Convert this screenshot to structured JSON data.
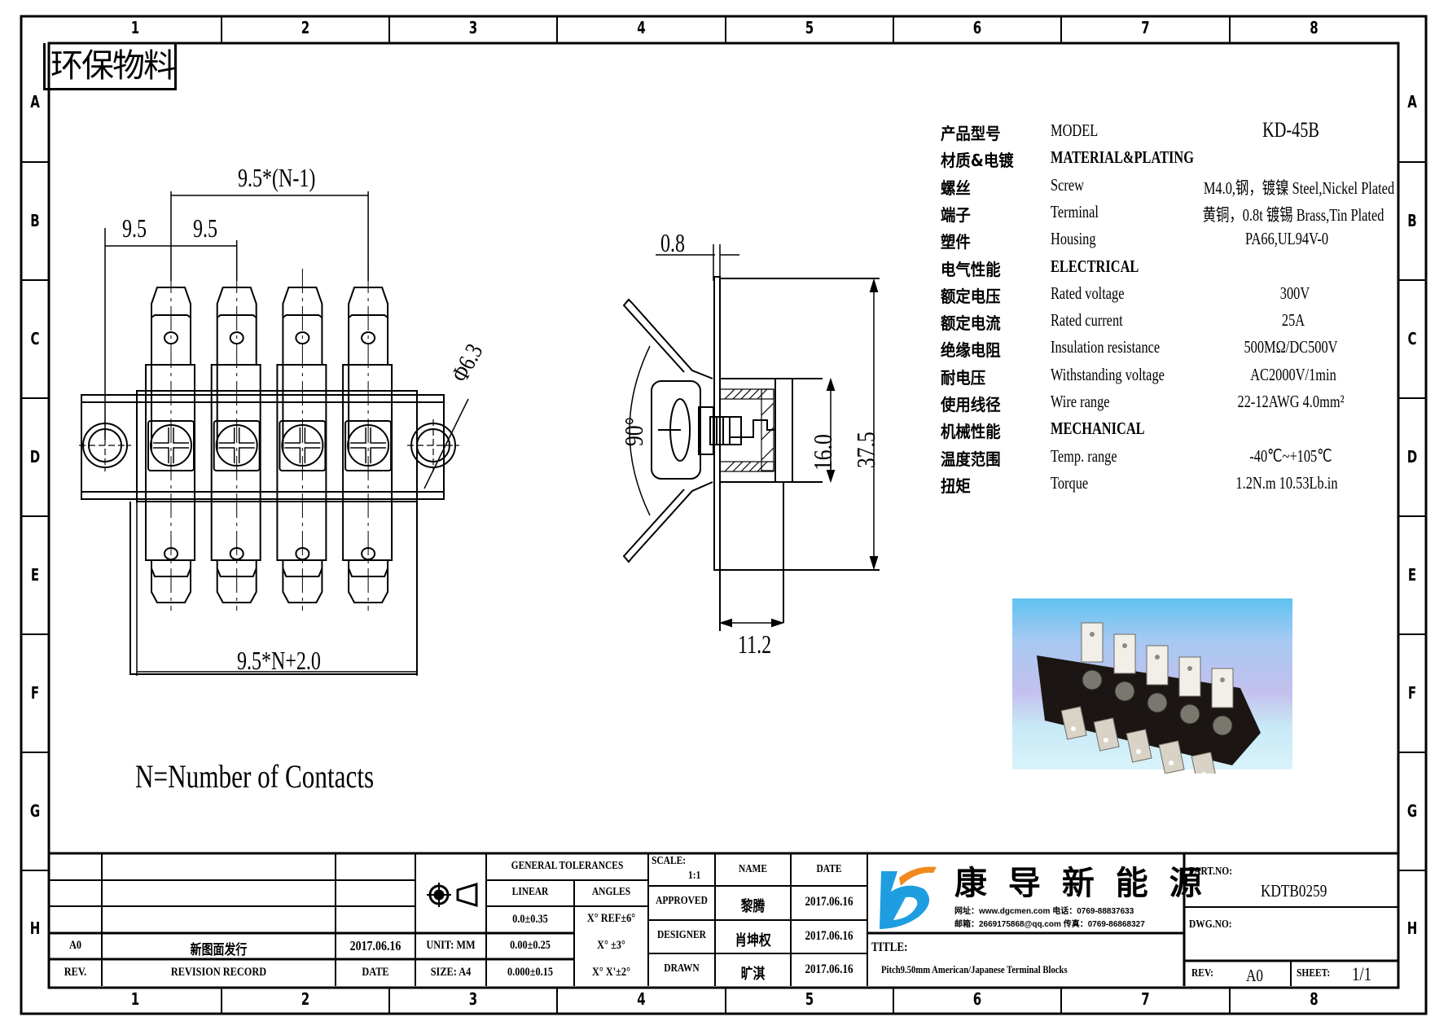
{
  "frame": {
    "columns": [
      "1",
      "2",
      "3",
      "4",
      "5",
      "6",
      "7",
      "8"
    ],
    "rows": [
      "A",
      "B",
      "C",
      "D",
      "E",
      "F",
      "G",
      "H"
    ]
  },
  "stamp": "环保物料",
  "front_view": {
    "dims": {
      "pitch_left": "9.5",
      "pitch_right": "9.5",
      "span": "9.5*(N-1)",
      "total": "9.5*N+2.0",
      "hole_dia": "Φ6.3"
    },
    "contacts": 4
  },
  "side_view": {
    "dims": {
      "thickness": "0.8",
      "angle": "90°",
      "housing_height": "16.0",
      "total_height": "37.5",
      "depth": "11.2"
    }
  },
  "note": "N=Number of Contacts",
  "specs": [
    {
      "cn": "产品型号",
      "en": "MODEL",
      "value": "KD-45B",
      "header": false
    },
    {
      "cn": "材质&电镀",
      "en": "MATERIAL&PLATING",
      "value": "",
      "header": true
    },
    {
      "cn": "螺丝",
      "en": "Screw",
      "value": "M4.0,钢，镀镍 Steel,Nickel Plated",
      "header": false
    },
    {
      "cn": "端子",
      "en": "Terminal",
      "value": "黄铜，0.8t 镀锡 Brass,Tin Plated",
      "header": false
    },
    {
      "cn": "塑件",
      "en": "Housing",
      "value": "PA66,UL94V-0",
      "header": false
    },
    {
      "cn": "电气性能",
      "en": "ELECTRICAL",
      "value": "",
      "header": true
    },
    {
      "cn": "额定电压",
      "en": "Rated voltage",
      "value": "300V",
      "header": false
    },
    {
      "cn": "额定电流",
      "en": "Rated current",
      "value": "25A",
      "header": false
    },
    {
      "cn": "绝缘电阻",
      "en": "Insulation resistance",
      "value": "500MΩ/DC500V",
      "header": false
    },
    {
      "cn": "耐电压",
      "en": "Withstanding voltage",
      "value": "AC2000V/1min",
      "header": false
    },
    {
      "cn": "使用线径",
      "en": "Wire range",
      "value": "22-12AWG 4.0mm²",
      "header": false
    },
    {
      "cn": "机械性能",
      "en": "MECHANICAL",
      "value": "",
      "header": true
    },
    {
      "cn": "温度范围",
      "en": "Temp. range",
      "value": "-40℃~+105℃",
      "header": false
    },
    {
      "cn": "扭矩",
      "en": "Torque",
      "value": "1.2N.m  10.53Lb.in",
      "header": false
    }
  ],
  "photo": {
    "alt": "terminal-block-product-photo",
    "terminals": 5
  },
  "title_block": {
    "revision": {
      "rev_value": "A0",
      "record_value": "新图面发行",
      "date_value": "2017.06.16",
      "rev_label": "REV.",
      "record_label": "REVISION RECORD",
      "date_label": "DATE"
    },
    "unit": "UNIT: MM",
    "size": "SIZE: A4",
    "tolerances": {
      "title": "GENERAL TOLERANCES",
      "linear_label": "LINEAR",
      "angles_label": "ANGLES",
      "linear": [
        "0.0±0.35",
        "0.00±0.25",
        "0.000±0.15"
      ],
      "angles": [
        "X° REF±6°",
        "X° ±3°",
        "X° X'±2°"
      ]
    },
    "scale_label": "SCALE:",
    "scale_value": "1:1",
    "name_label": "NAME",
    "date_label": "DATE",
    "signoffs": [
      {
        "role": "APPROVED",
        "name": "黎腾",
        "date": "2017.06.16"
      },
      {
        "role": "DESIGNER",
        "name": "肖坤权",
        "date": "2017.06.16"
      },
      {
        "role": "DRAWN",
        "name": "旷淇",
        "date": "2017.06.16"
      }
    ],
    "company": {
      "name": "康 导 新 能 源",
      "line1": "网址：www.dgcmen.com  电话：0769-88837633",
      "line2": "邮箱：2669175868@qq.com 传真：0769-86868327",
      "logo_colors": {
        "blue": "#1e9ee0",
        "orange": "#f08a1c"
      }
    },
    "title_label": "TITLE:",
    "title_value": "Pitch9.50mm American/Japanese Terminal Blocks",
    "part_no_label": "PART.NO:",
    "part_no": "KDTB0259",
    "dwg_no_label": "DWG.NO:",
    "dwg_no": "",
    "rev_label": "REV:",
    "rev": "A0",
    "sheet_label": "SHEET:",
    "sheet": "1/1"
  }
}
